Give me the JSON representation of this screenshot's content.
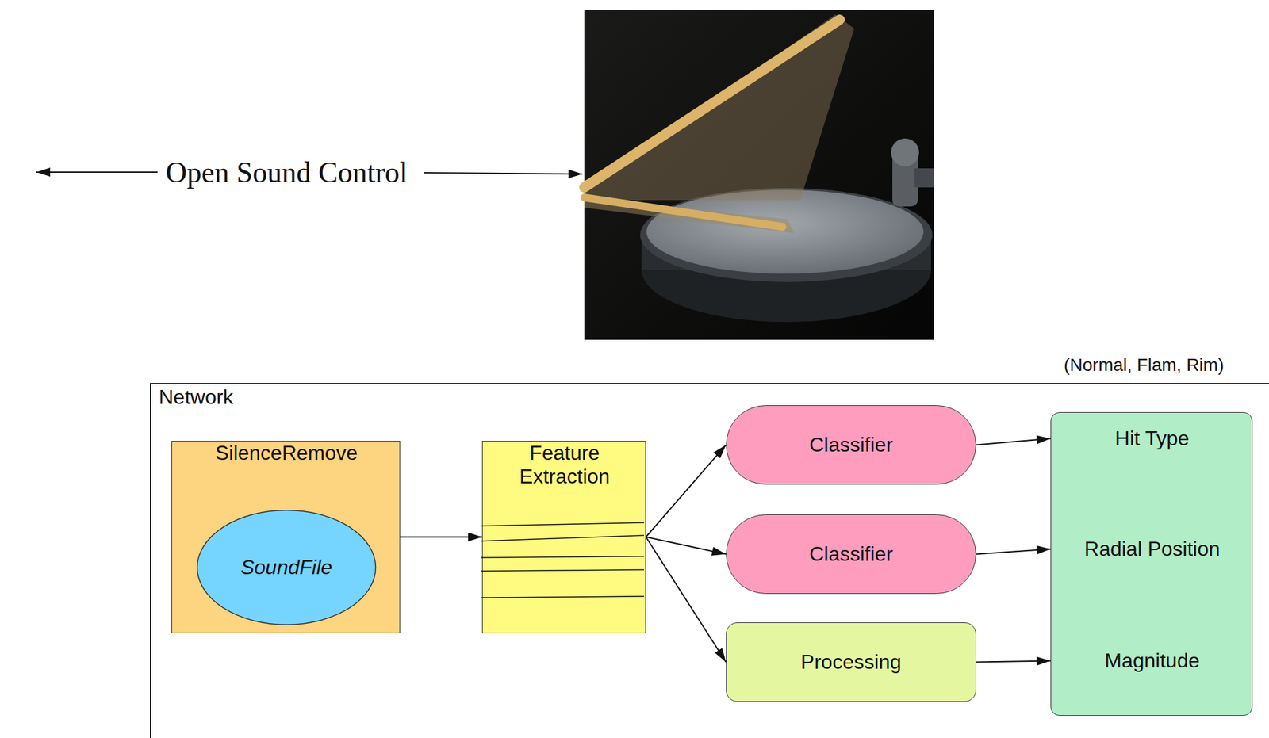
{
  "diagram": {
    "nodes": [
      {
        "text": [
          "Network"
        ]
      },
      {
        "text": [
          "SilenceRemove"
        ],
        "in": 0
      },
      {
        "text": [
          "SoundFile"
        ],
        "in": 1
      },
      {
        "text": [
          "Feature Extraction"
        ],
        "in": 0
      },
      {
        "text": [
          "Classifier"
        ],
        "in": 0
      },
      {
        "text": [
          "Classifier"
        ],
        "in": 0
      },
      {
        "text": [
          "Processing"
        ],
        "in": 0
      },
      {
        "text": [
          "Hit Type",
          "Radial Position",
          "Magnitude"
        ],
        "in": 0
      }
    ],
    "edges": [
      {
        "from": 1,
        "to": 3,
        "arrow": "to"
      },
      {
        "from": 3,
        "to": 4,
        "arrow": "to"
      },
      {
        "from": 3,
        "to": 5,
        "arrow": "to"
      },
      {
        "from": 3,
        "to": 6,
        "arrow": "to"
      },
      {
        "from": 4,
        "to": 7,
        "arrow": "to"
      },
      {
        "from": 5,
        "to": 7,
        "arrow": "to"
      },
      {
        "from": 6,
        "to": 7,
        "arrow": "to"
      }
    ],
    "labels": [
      "Open Sound Control",
      "(Normal, Flam, Rim)"
    ]
  }
}
